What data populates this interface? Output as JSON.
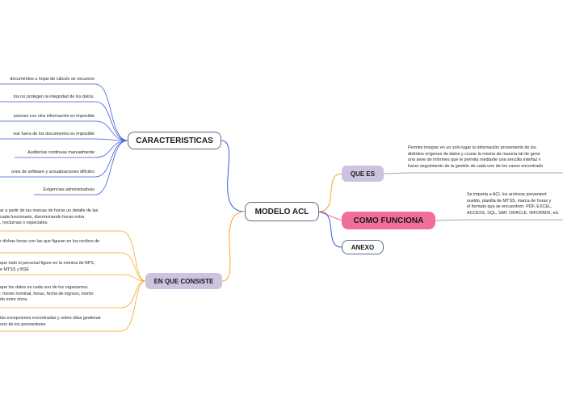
{
  "central": "MODELO ACL",
  "branches": {
    "caracteristicas": {
      "label": "CARACTERISTICAS",
      "items": [
        "documentos u hojas de cálculo se oscurece",
        "tos no protegen la integridad de los datos.",
        "aciones con otra información es imposible",
        "ivar fuera de los documentos es imposible",
        "Auditorías continuas manualmente",
        "ones de software y actualizaciones difíciles",
        "Exigencias administrativas"
      ]
    },
    "en_que_consiste": {
      "label": "EN QUE CONSISTE",
      "items": [
        [
          "ar a partir de las marcas de horas un detalle de las",
          "cada funcionario, discriminando horas extra",
          ", nocturnas o especiales."
        ],
        [
          "r dichas horas con las que figuran en los recibos de"
        ],
        [
          "que todo el personal figure en la nómina de BPS,",
          "e MTSS y BSE"
        ],
        [
          "que los datos en cada uno de los organismos",
          ": monto nominal, horas, fecha de ingreso, monto",
          "do entre otros."
        ],
        [
          "las excepciones encontradas y sobre ellas gestionar",
          "uno de los proveedores"
        ]
      ]
    },
    "que_es": {
      "label": "QUE ES",
      "text": [
        "Permite integrar en un solo lugar la información proveniente de los",
        "distintos orígenes de datos y cruzar la misma de manera tal de gene",
        "una serie de informes que le permita mediante una sencilla interfaz v",
        "hacer seguimiento de la gestión de cada uno de los casos encontrado"
      ]
    },
    "como_funciona": {
      "label": "COMO FUNCIONA",
      "text": [
        "Se importa a ACL los archivos provenient",
        "sueldo, planilla de MTSS, marca de horas y",
        "el formato que se encuentren: PDF, EXCEL,",
        "ACCESS, SQL, SAP, ORACLE, INFORMIX, etc"
      ]
    },
    "anexo": {
      "label": "ANEXO"
    }
  },
  "colors": {
    "link": "#3b5bd6",
    "orange": "#f5a623",
    "gray": "#7a8aa0",
    "pink": "#f06e9c",
    "lavender": "#cbc3df"
  }
}
